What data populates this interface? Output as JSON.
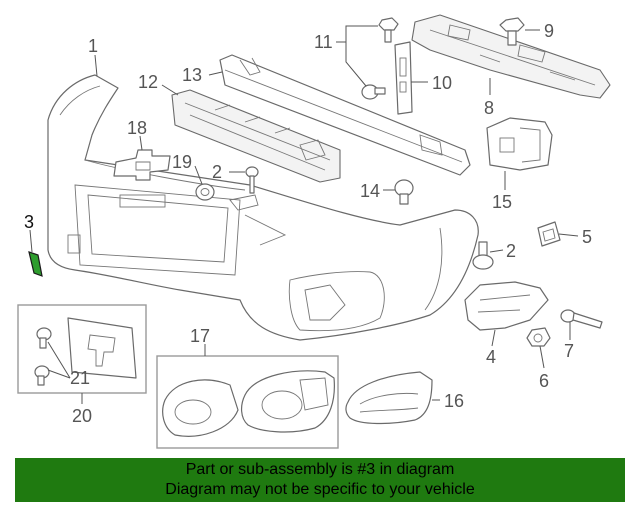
{
  "callouts": {
    "c1": "1",
    "c2a": "2",
    "c2b": "2",
    "c3": "3",
    "c4": "4",
    "c5": "5",
    "c6": "6",
    "c7": "7",
    "c8": "8",
    "c9": "9",
    "c10": "10",
    "c11": "11",
    "c12": "12",
    "c13": "13",
    "c14": "14",
    "c15": "15",
    "c16": "16",
    "c17": "17",
    "c18": "18",
    "c19": "19",
    "c20": "20",
    "c21": "21"
  },
  "highlighted_part": "3",
  "colors": {
    "highlight": "#2e9d2e",
    "banner": "#1f7a10",
    "lines": "#6a6a6a"
  },
  "banner": {
    "line1": "Part or sub-assembly is #3 in diagram",
    "line2": "Diagram may not be specific to your vehicle"
  }
}
